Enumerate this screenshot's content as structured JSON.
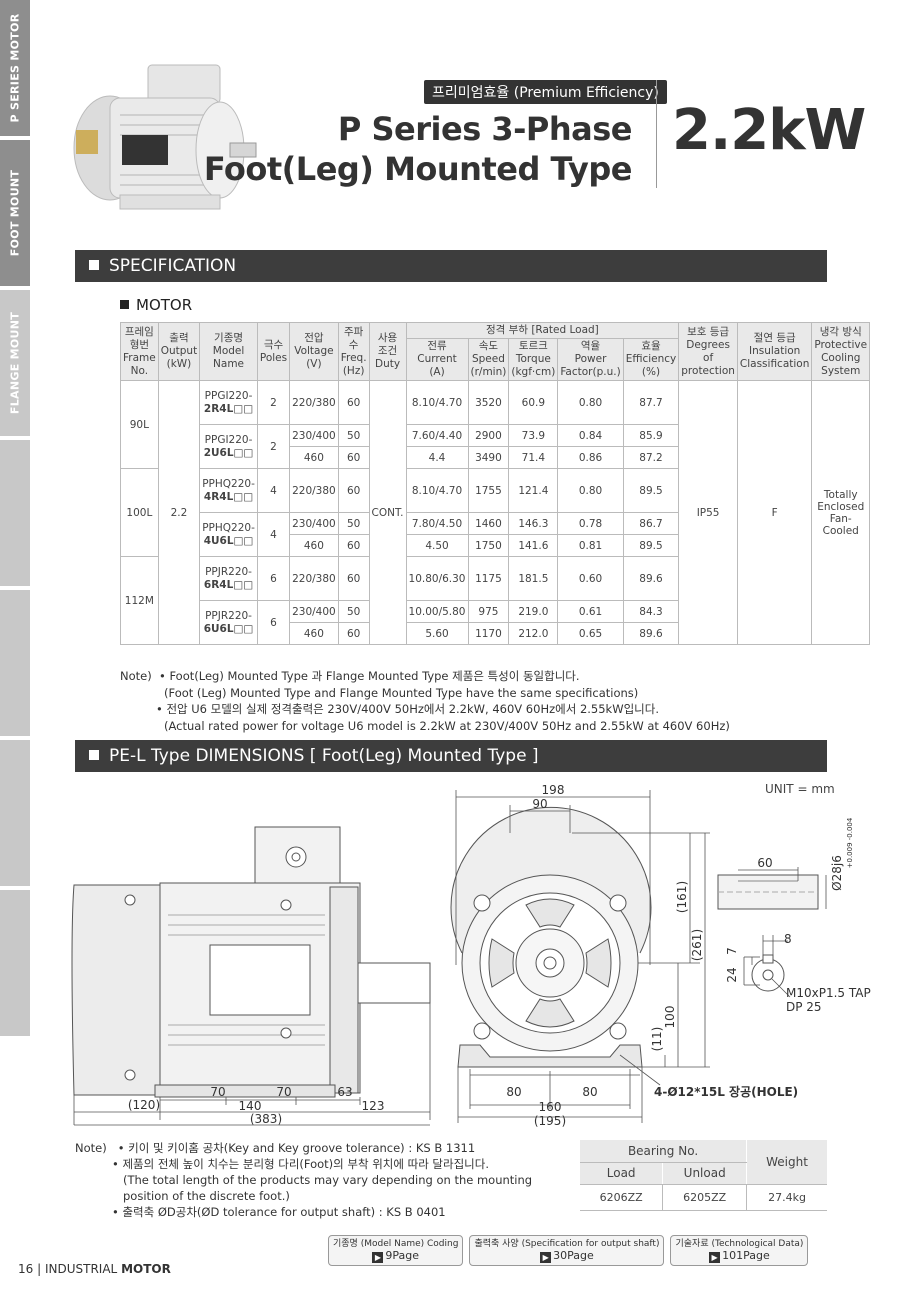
{
  "side_tabs": [
    {
      "label": "P SERIES MOTOR",
      "active": true
    },
    {
      "label": "FOOT MOUNT",
      "active": true
    },
    {
      "label": "FLANGE MOUNT",
      "active": false
    },
    {
      "label": "",
      "active": false
    },
    {
      "label": "",
      "active": false
    },
    {
      "label": "",
      "active": false
    },
    {
      "label": "",
      "active": false
    }
  ],
  "header": {
    "badge": "프리미엄효율 (Premium Efficiency)",
    "title_line1": "P Series 3-Phase",
    "title_line2": "Foot(Leg) Mounted Type",
    "power": "2.2kW"
  },
  "spec_section": {
    "title": "SPECIFICATION",
    "subtitle": "MOTOR",
    "headers": {
      "frame": "프레임\n형번\nFrame\nNo.",
      "output": "출력\nOutput\n(kW)",
      "model": "기종명\nModel Name",
      "poles": "극수\nPoles",
      "voltage": "전압\nVoltage\n(V)",
      "freq": "주파수\nFreq.\n(Hz)",
      "duty": "사용\n조건\nDuty",
      "rated_load": "정격 부하 [Rated Load]",
      "current": "전류\nCurrent\n(A)",
      "speed": "속도\nSpeed\n(r/min)",
      "torque": "토르크\nTorque\n(kgf·cm)",
      "pf": "역율\nPower\nFactor(p.u.)",
      "eff": "효율\nEfficiency\n(%)",
      "protection": "보호 등급\nDegrees\nof\nprotection",
      "insulation": "절연 등급\nInsulation\nClassification",
      "cooling": "냉각 방식\nProtective\nCooling\nSystem"
    },
    "output": "2.2",
    "duty": "CONT.",
    "protection": "IP55",
    "insulation": "F",
    "cooling": "Totally\nEnclosed\nFan-Cooled",
    "frames": [
      {
        "frame": "90L",
        "models": [
          {
            "prefix": "PPGI220-",
            "suffix": "2R4L□□",
            "poles": "2",
            "rows": [
              {
                "voltage": "220/380",
                "freq": "60",
                "current": "8.10/4.70",
                "speed": "3520",
                "torque": "60.9",
                "pf": "0.80",
                "eff": "87.7"
              }
            ]
          },
          {
            "prefix": "PPGI220-",
            "suffix": "2U6L□□",
            "poles": "2",
            "rows": [
              {
                "voltage": "230/400",
                "freq": "50",
                "current": "7.60/4.40",
                "speed": "2900",
                "torque": "73.9",
                "pf": "0.84",
                "eff": "85.9"
              },
              {
                "voltage": "460",
                "freq": "60",
                "current": "4.4",
                "speed": "3490",
                "torque": "71.4",
                "pf": "0.86",
                "eff": "87.2"
              }
            ]
          }
        ]
      },
      {
        "frame": "100L",
        "models": [
          {
            "prefix": "PPHQ220-",
            "suffix": "4R4L□□",
            "poles": "4",
            "rows": [
              {
                "voltage": "220/380",
                "freq": "60",
                "current": "8.10/4.70",
                "speed": "1755",
                "torque": "121.4",
                "pf": "0.80",
                "eff": "89.5"
              }
            ]
          },
          {
            "prefix": "PPHQ220-",
            "suffix": "4U6L□□",
            "poles": "4",
            "rows": [
              {
                "voltage": "230/400",
                "freq": "50",
                "current": "7.80/4.50",
                "speed": "1460",
                "torque": "146.3",
                "pf": "0.78",
                "eff": "86.7"
              },
              {
                "voltage": "460",
                "freq": "60",
                "current": "4.50",
                "speed": "1750",
                "torque": "141.6",
                "pf": "0.81",
                "eff": "89.5"
              }
            ]
          }
        ]
      },
      {
        "frame": "112M",
        "models": [
          {
            "prefix": "PPJR220-",
            "suffix": "6R4L□□",
            "poles": "6",
            "rows": [
              {
                "voltage": "220/380",
                "freq": "60",
                "current": "10.80/6.30",
                "speed": "1175",
                "torque": "181.5",
                "pf": "0.60",
                "eff": "89.6"
              }
            ]
          },
          {
            "prefix": "PPJR220-",
            "suffix": "6U6L□□",
            "poles": "6",
            "rows": [
              {
                "voltage": "230/400",
                "freq": "50",
                "current": "10.00/5.80",
                "speed": "975",
                "torque": "219.0",
                "pf": "0.61",
                "eff": "84.3"
              },
              {
                "voltage": "460",
                "freq": "60",
                "current": "5.60",
                "speed": "1170",
                "torque": "212.0",
                "pf": "0.65",
                "eff": "89.6"
              }
            ]
          }
        ]
      }
    ],
    "notes": {
      "label": "Note)",
      "n1": "• Foot(Leg) Mounted Type 과 Flange Mounted Type 제품은 특성이 동일합니다.",
      "n1_en": "(Foot (Leg) Mounted Type and Flange Mounted Type have the same specifications)",
      "n2": "• 전압 U6 모델의 실제 정격출력은 230V/400V 50Hz에서 2.2kW, 460V 60Hz에서 2.55kW입니다.",
      "n2_en": "(Actual rated power for voltage U6 model is 2.2kW at 230V/400V 50Hz and 2.55kW at 460V 60Hz)"
    }
  },
  "dim_section": {
    "title": "PE-L Type DIMENSIONS [ Foot(Leg) Mounted Type ]",
    "unit": "UNIT = mm",
    "side": {
      "d70a": "70",
      "d70b": "70",
      "d63": "63",
      "d120": "(120)",
      "d140": "140",
      "d123": "123",
      "d383": "(383)"
    },
    "front": {
      "d198": "198",
      "d90": "90",
      "d161": "(161)",
      "d261": "(261)",
      "d100": "100",
      "d11": "(11)",
      "d80a": "80",
      "d80b": "80",
      "d160": "160",
      "d195": "(195)",
      "hole": "4-Ø12*15L 장공(HOLE)"
    },
    "shaft": {
      "d60": "60",
      "dia": "Ø28j6",
      "tol": "+0.009 -0.004",
      "d8": "8",
      "d7": "7",
      "d24": "24",
      "tap": "M10xP1.5 TAP",
      "dp": "DP 25"
    }
  },
  "bottom_notes": {
    "label": "Note)",
    "n1": "• 키이 및 키이홈 공차(Key and Key groove tolerance) : KS B 1311",
    "n2": "• 제품의 전체 높이 치수는 분리형 다리(Foot)의 부착 위치에 따라 달라집니다.",
    "n2_en": "(The total length of the products may vary depending on the mounting position of the discrete foot.)",
    "n3": "• 출력축 ØD공차(ØD tolerance for output shaft) : KS B 0401"
  },
  "bearing": {
    "header": "Bearing No.",
    "load": "Load",
    "unload": "Unload",
    "weight_header": "Weight",
    "load_val": "6206ZZ",
    "unload_val": "6205ZZ",
    "weight_val": "27.4kg"
  },
  "refs": [
    {
      "title": "기종명 (Model Name) Coding",
      "page": "9Page"
    },
    {
      "title": "출력축 사양 (Specification for output shaft)",
      "page": "30Page"
    },
    {
      "title": "기술자료 (Technological Data)",
      "page": "101Page"
    }
  ],
  "footer": {
    "page": "16",
    "sep": "|",
    "text": "INDUSTRIAL",
    "bold": "MOTOR"
  }
}
